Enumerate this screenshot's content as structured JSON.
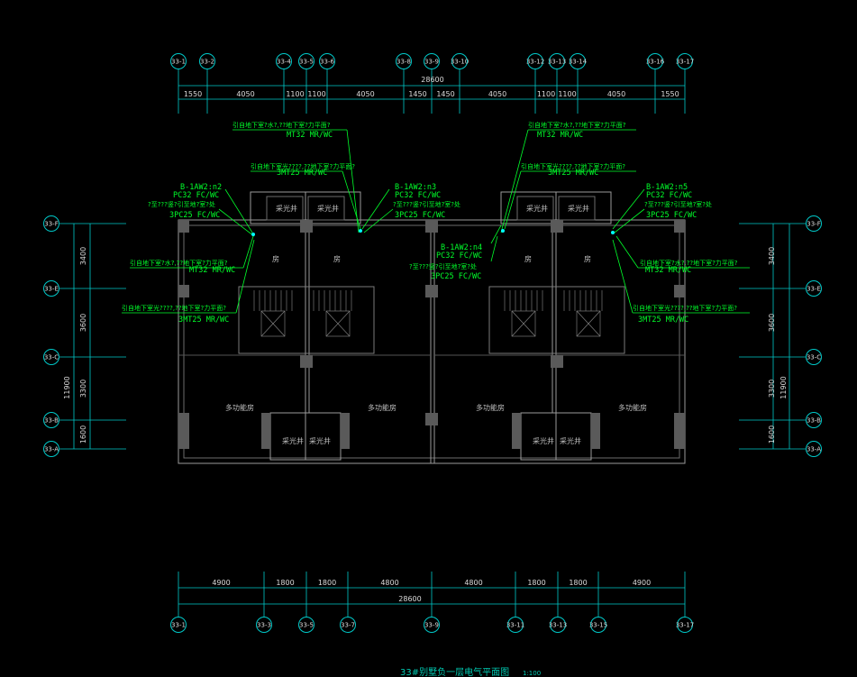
{
  "colors": {
    "background": "#000000",
    "axis": "#00c8c8",
    "wall": "#9a9a9a",
    "column": "#5a5a5a",
    "annotation": "#00ff2a",
    "title": "#00c8b0"
  },
  "top_axes": [
    "33-1",
    "33-2",
    "33-4",
    "33-5",
    "33-6",
    "33-8",
    "33-9",
    "33-10",
    "33-12",
    "33-13",
    "33-14",
    "33-16",
    "33-17"
  ],
  "top_total": "28600",
  "top_dims": [
    "1550",
    "4050",
    "1100",
    "1100",
    "4050",
    "1450",
    "1450",
    "4050",
    "1100",
    "1100",
    "4050",
    "1550"
  ],
  "bottom_axes": [
    "33-1",
    "33-3",
    "33-5",
    "33-7",
    "33-9",
    "33-11",
    "33-13",
    "33-15",
    "33-17"
  ],
  "bottom_dims": [
    "4900",
    "1800",
    "1800",
    "4800",
    "4800",
    "1800",
    "1800",
    "4900"
  ],
  "bottom_total": "28600",
  "left_axes": [
    "33-F",
    "33-E",
    "33-C",
    "33-B",
    "33-A"
  ],
  "right_axes": [
    "33-F",
    "33-E",
    "33-C",
    "33-B",
    "33-A"
  ],
  "side_dims": [
    "3400",
    "3600",
    "3300",
    "1600"
  ],
  "side_total": "11900",
  "rooms": {
    "light_well": "采光井",
    "room": "房",
    "multi": "多功能房"
  },
  "annotations": {
    "a1_line1": "引自地下室?水?,??地下室?力平面?",
    "a1_line2": "MT32 MR/WC",
    "a2_line1": "引自地下室光????,??地下室?力平面?",
    "a2_line2": "3MT25 MR/WC",
    "a3_line1": "B-1AW2:n2",
    "a3_line2": "PC32 FC/WC",
    "a3_line3": "?至???竖?引至地?室?处",
    "a3_line4": "3PC25 FC/WC",
    "a4_line1": "B-1AW2:n3",
    "a4_line2": "PC32 FC/WC",
    "a4_line3": "?至???竖?引至地?室?处",
    "a4_line4": "3PC25 FC/WC",
    "a5_line1": "引自地下室?水?,??地下室?力平面?",
    "a5_line2": "MT32 MR/WC",
    "a6_line1": "引自地下室光????,??地下室?力平面?",
    "a6_line2": "3MT25 MR/WC",
    "a7_line1": "引自地下室?水?,??地下室?力平面?",
    "a7_line2": "MT32 MR/WC",
    "a8_line1": "引自地下室光????,??地下室?力平面?",
    "a8_line2": "3MT25 MR/WC",
    "a9_line1": "B-1AW2:n4",
    "a9_line2": "PC32 FC/WC",
    "a9_line3": "?至???竖?引至地?室?处",
    "a9_line4": "3PC25 FC/WC",
    "a10_line1": "B-1AW2:n5",
    "a10_line2": "PC32 FC/WC",
    "a10_line3": "?至???竖?引至地?室?处",
    "a10_line4": "3PC25 FC/WC",
    "a11_line1": "引自地下室?水?,??地下室?力平面?",
    "a11_line2": "MT32 MR/WC",
    "a12_line1": "引自地下室光????,??地下室?力平面?",
    "a12_line2": "3MT25 MR/WC"
  },
  "title": "33#别墅负一层电气平面图",
  "scale": "1:100"
}
